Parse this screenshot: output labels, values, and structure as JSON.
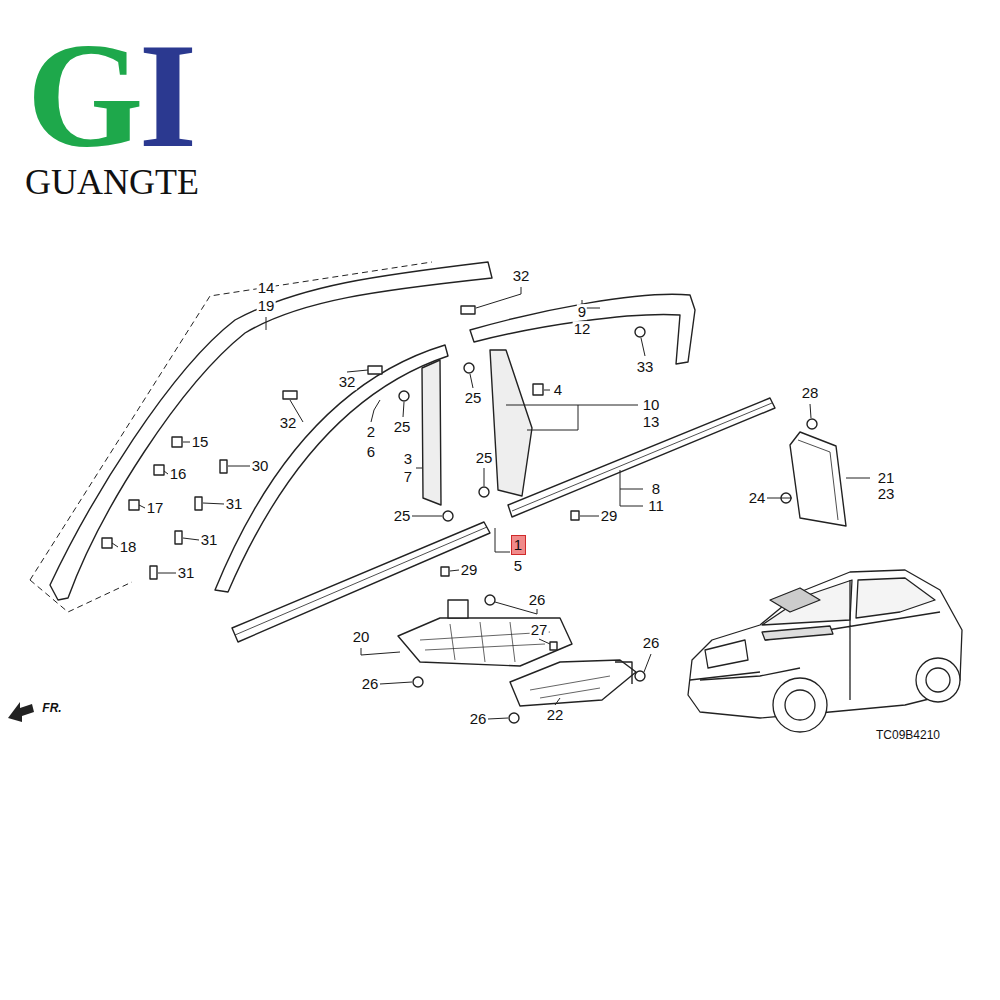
{
  "diagram": {
    "nodes": [
      {
        "text": [
          "1"
        ]
      }
    ],
    "labels": [
      "G",
      "I",
      "GUANGTE",
      "14",
      "19",
      "32",
      "9",
      "12",
      "32",
      "33",
      "4",
      "10",
      "13",
      "28",
      "32",
      "25",
      "25",
      "2",
      "6",
      "15",
      "16",
      "30",
      "3",
      "7",
      "25",
      "21",
      "23",
      "8",
      "11",
      "17",
      "31",
      "24",
      "29",
      "25",
      "18",
      "31",
      "5",
      "29",
      "31",
      "26",
      "27",
      "20",
      "26",
      "26",
      "22",
      "26",
      "FR.",
      "TC09B4210"
    ]
  }
}
